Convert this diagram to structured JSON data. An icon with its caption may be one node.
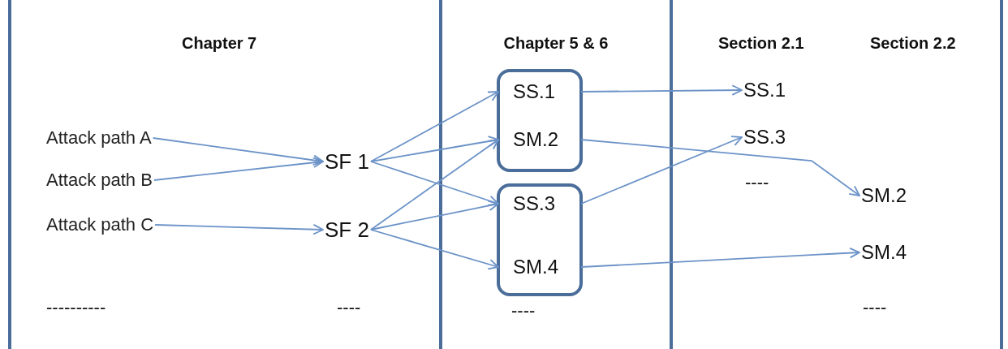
{
  "diagram": {
    "nodes": [
      {
        "text": [
          "Attack path A"
        ]
      },
      {
        "text": [
          "Attack path B"
        ]
      },
      {
        "text": [
          "Attack path C"
        ]
      },
      {
        "text": [
          "SF 1"
        ]
      },
      {
        "text": [
          "SF 2"
        ]
      },
      {
        "text": [],
        "shape": "box"
      },
      {
        "text": [
          "SS.1"
        ],
        "in": 5
      },
      {
        "text": [
          "SM.2"
        ],
        "in": 5
      },
      {
        "text": [],
        "shape": "box"
      },
      {
        "text": [
          "SS.3"
        ],
        "in": 8
      },
      {
        "text": [
          "SM.4"
        ],
        "in": 8
      },
      {
        "text": [
          "SS.1"
        ]
      },
      {
        "text": [
          "SS.3"
        ]
      },
      {
        "text": [
          "SM.2"
        ]
      },
      {
        "text": [
          "SM.4"
        ]
      }
    ],
    "edges": [
      {
        "from": 0,
        "to": 3,
        "arrow": "to"
      },
      {
        "from": 1,
        "to": 3,
        "arrow": "to"
      },
      {
        "from": 2,
        "to": 4,
        "arrow": "to"
      },
      {
        "from": 3,
        "to": 6,
        "arrow": "to"
      },
      {
        "from": 3,
        "to": 7,
        "arrow": "to"
      },
      {
        "from": 3,
        "to": 9,
        "arrow": "to"
      },
      {
        "from": 4,
        "to": 7,
        "arrow": "to"
      },
      {
        "from": 4,
        "to": 9,
        "arrow": "to"
      },
      {
        "from": 4,
        "to": 10,
        "arrow": "to"
      },
      {
        "from": 6,
        "to": 11,
        "arrow": "to"
      },
      {
        "from": 9,
        "to": 12,
        "arrow": "to"
      },
      {
        "from": 7,
        "to": 13,
        "arrow": "to"
      },
      {
        "from": 10,
        "to": 14,
        "arrow": "to"
      }
    ],
    "labels": [
      "Chapter 7",
      "Chapter 5 & 6",
      "Section 2.1",
      "Section 2.2",
      "----",
      "----------",
      "----",
      "----",
      "----"
    ]
  }
}
